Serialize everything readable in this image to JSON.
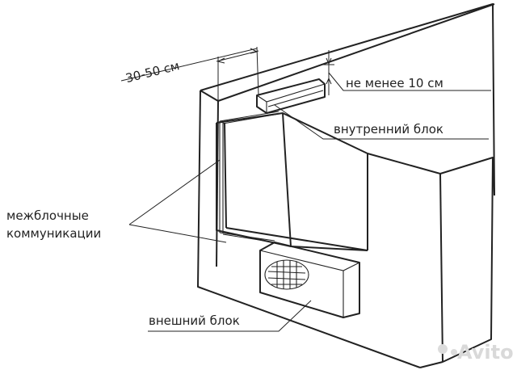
{
  "labels": {
    "distance": "30-50 см",
    "clearance": "не менее 10 см",
    "indoor_unit": "внутренний блок",
    "piping_line1": "межблочные",
    "piping_line2": "коммуникации",
    "outdoor_unit": "внешний блок"
  },
  "watermark": "Avito"
}
